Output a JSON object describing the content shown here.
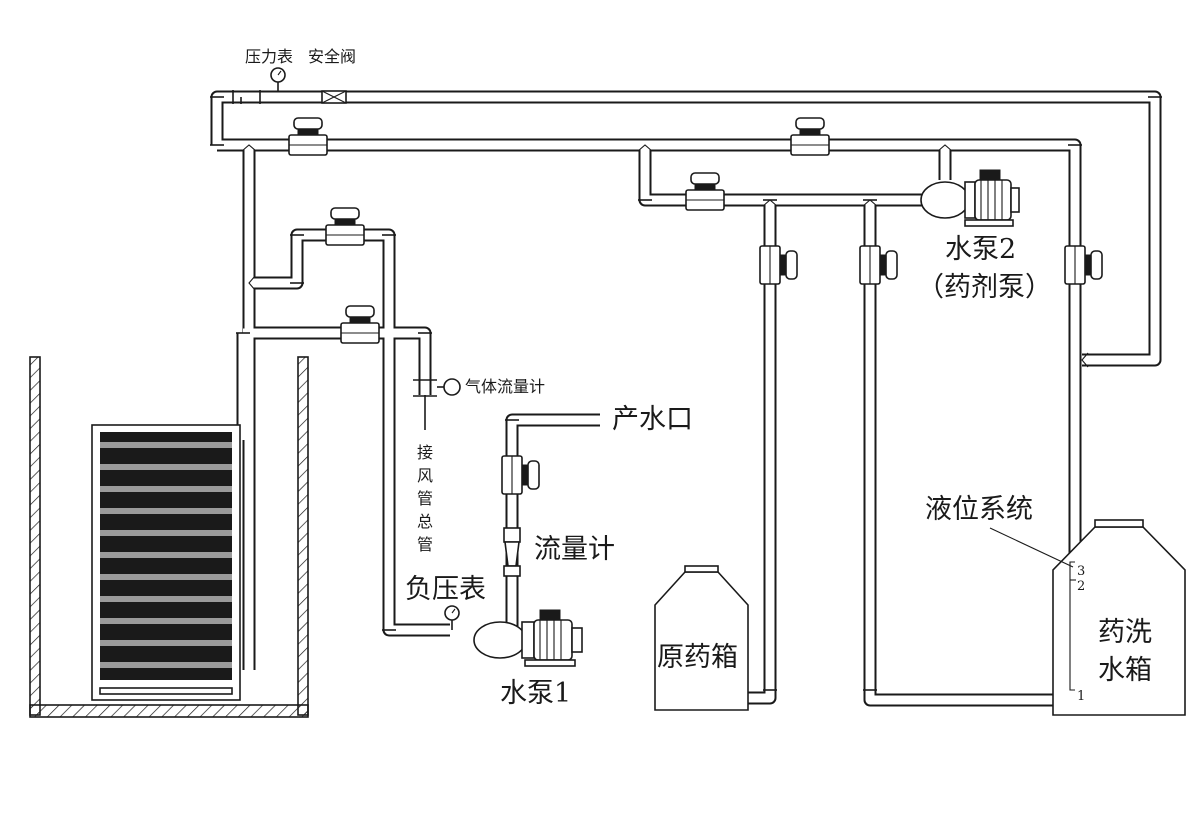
{
  "labels": {
    "pressure_gauge": "压力表",
    "safety_valve": "安全阀",
    "gas_flowmeter": "气体流量计",
    "air_main_pipe": [
      "接",
      "风",
      "管",
      "总",
      "管"
    ],
    "water_outlet": "产水口",
    "flowmeter": "流量计",
    "vacuum_gauge": "负压表",
    "pump1": "水泵1",
    "pump2": "水泵2",
    "pump2_sub": "（药剂泵）",
    "raw_tank": "原药箱",
    "level_system": "液位系统",
    "wash_tank_line1": "药洗",
    "wash_tank_line2": "水箱",
    "level_marks": [
      "3",
      "2",
      "1"
    ]
  }
}
